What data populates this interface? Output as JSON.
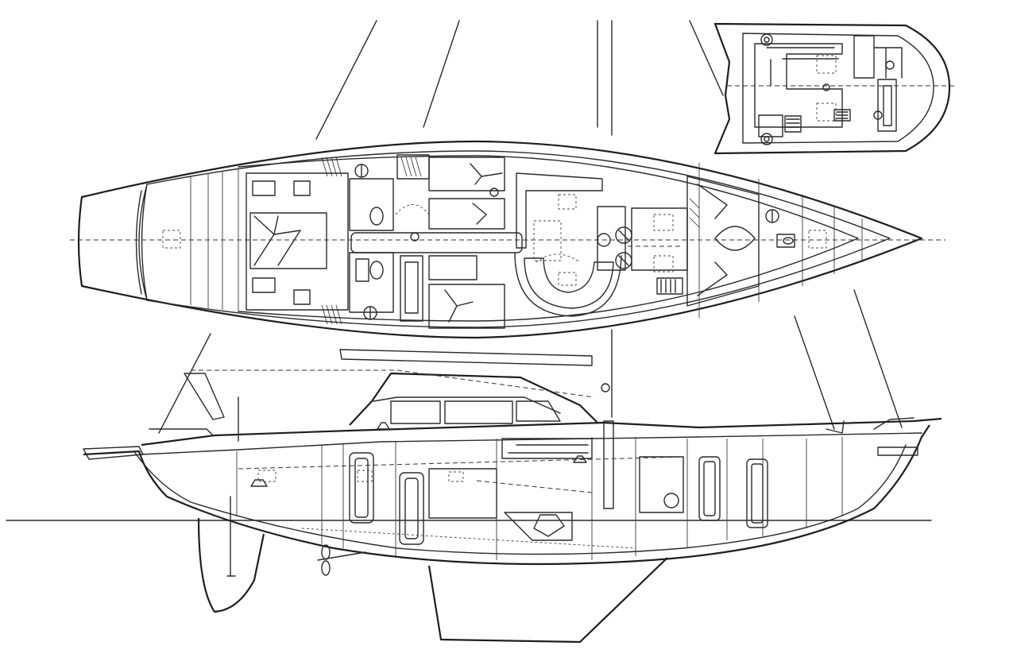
{
  "drawing": {
    "views": [
      "deck-plan",
      "interior-accommodation-plan",
      "inboard-profile"
    ],
    "colors": {
      "ink": "#2a2a2a",
      "paper": "#ffffff"
    },
    "icon_names": [
      "sail-plan-line",
      "mast",
      "keel",
      "rudder",
      "propeller",
      "waterline",
      "berth",
      "head",
      "galley-stove",
      "hatch"
    ]
  }
}
